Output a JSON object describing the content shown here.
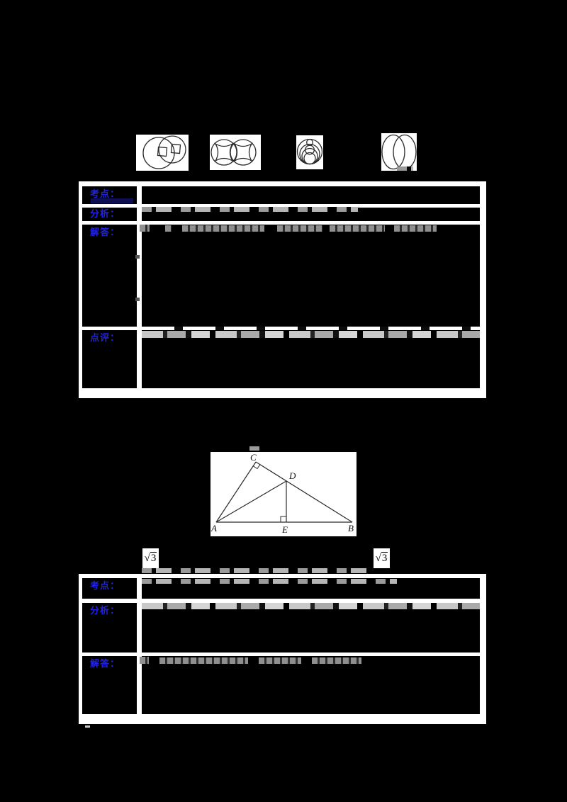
{
  "page": {
    "background": "#000000",
    "description": "math worksheet page with two answer tables, four symmetry option figures and a right-triangle diagram; body text is rendered black-on-black (illegible smudges)"
  },
  "colors": {
    "label_blue": "#2222DD",
    "table_background": "#FFFFFF",
    "cell_background": "#000000",
    "navy_highlight": "#0D0D52"
  },
  "figure_options": [
    {
      "name": "two-overlapping-circles-with-small-squares"
    },
    {
      "name": "two-tangent-circles-with-concave-squares"
    },
    {
      "name": "circle-with-nested-stacked-circles"
    },
    {
      "name": "two-overlapping-ovals-lens"
    }
  ],
  "triangle": {
    "a": "A",
    "b": "B",
    "c": "C",
    "d": "D",
    "e": "E",
    "right_angle_marks": [
      "C",
      "E"
    ]
  },
  "math": {
    "radical": "√",
    "radicand": "3"
  },
  "table1": {
    "rows": [
      {
        "label": "考点："
      },
      {
        "label": "分析："
      },
      {
        "label": "解答："
      },
      {
        "label": "点评："
      }
    ]
  },
  "table2": {
    "rows": [
      {
        "label": "考点："
      },
      {
        "label": "分析："
      },
      {
        "label": "解答："
      }
    ]
  }
}
